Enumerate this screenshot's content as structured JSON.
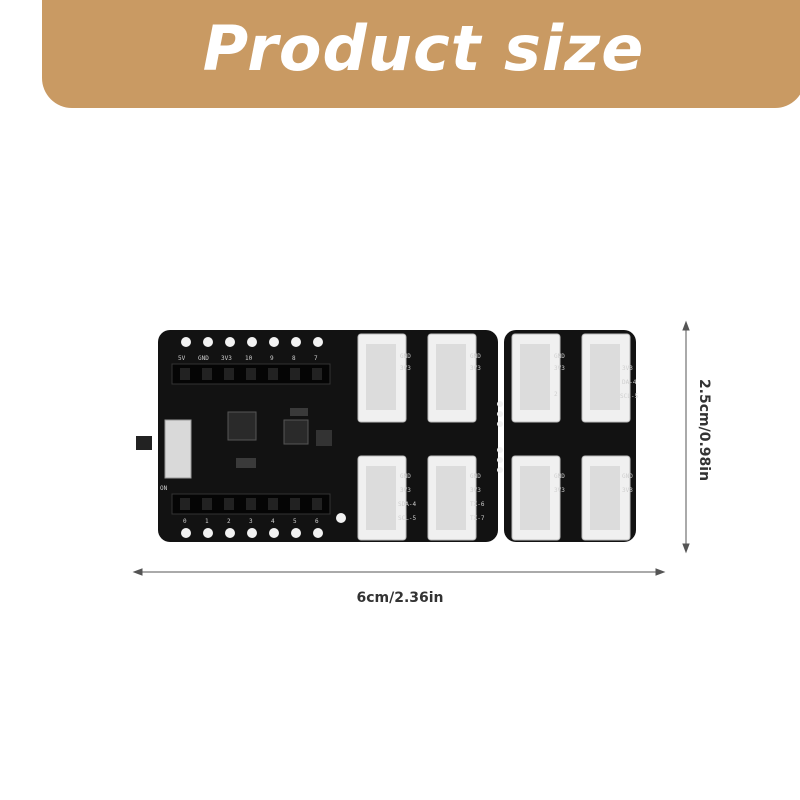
{
  "banner": {
    "title": "Product size"
  },
  "dimensions": {
    "width_label": "6cm/2.36in",
    "height_label": "2.5cm/0.98in"
  },
  "board_labels": {
    "top_pins": [
      "5V",
      "GND",
      "3V3",
      "10",
      "9",
      "8",
      "7"
    ],
    "bottom_pins": [
      "0",
      "1",
      "2",
      "3",
      "4",
      "5",
      "6"
    ],
    "switch": "ON",
    "connectors": [
      [
        "GND",
        "3V3"
      ],
      [
        "GND",
        "3V3"
      ],
      [
        "GND",
        "3V3",
        "2"
      ],
      [
        "3V3",
        "DA-4",
        "SCL-5"
      ],
      [
        "GND",
        "3V3",
        "SDA-4",
        "SCL-5"
      ],
      [
        "GND",
        "3V3",
        "TX-6",
        "TX-7"
      ],
      [
        "GND",
        "3V3"
      ],
      [
        "GND",
        "3V3"
      ]
    ]
  }
}
